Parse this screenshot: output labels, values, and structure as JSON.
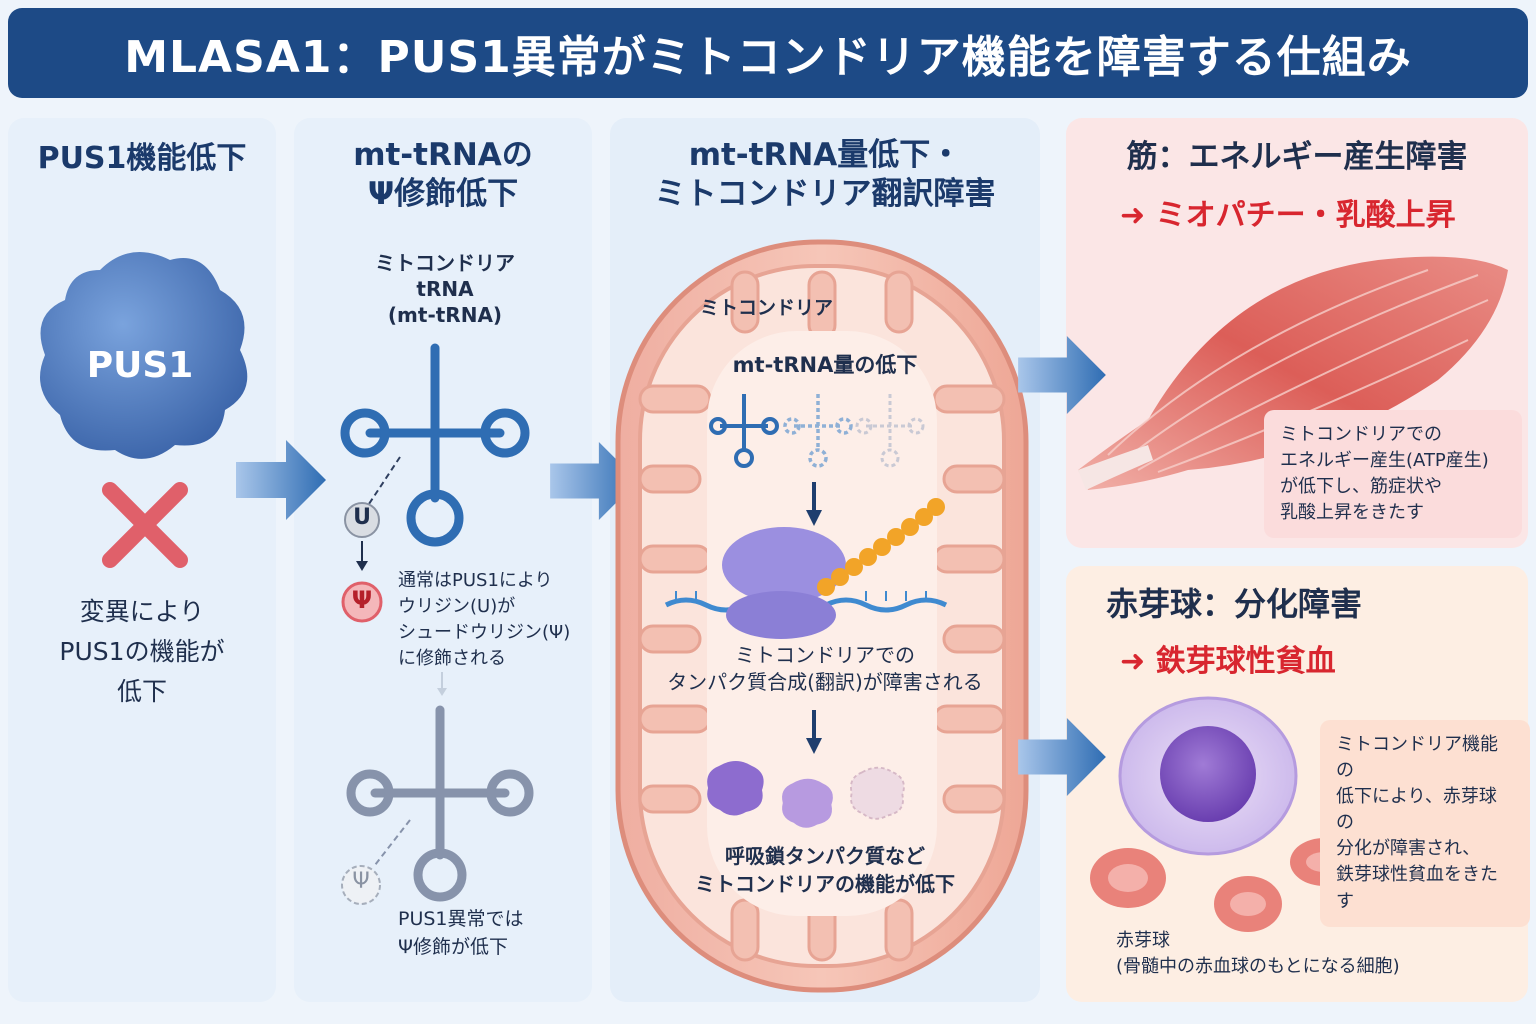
{
  "title": "MLASA1：PUS1異常がミトコンドリア機能を障害する仕組み",
  "panel1": {
    "heading": "PUS1機能低下",
    "protein_label": "PUS1",
    "desc": [
      "変異により",
      "PUS1の機能が",
      "低下"
    ]
  },
  "panel2": {
    "heading": [
      "mt-tRNAの",
      "Ψ修飾低下"
    ],
    "trna_label": [
      "ミトコンドリア",
      "tRNA",
      "(mt-tRNA)"
    ],
    "u_label": "U",
    "psi_label": "Ψ",
    "normal_desc": [
      "通常はPUS1により",
      "ウリジン(U)が",
      "シュードウリジン(Ψ)",
      "に修飾される"
    ],
    "abnormal_desc": [
      "PUS1異常では",
      "Ψ修飾が低下"
    ]
  },
  "panel3": {
    "heading": [
      "mt-tRNA量低下・",
      "ミトコンドリア翻訳障害"
    ],
    "mito_label": "ミトコンドリア",
    "trna_decrease": "mt-tRNA量の低下",
    "translation_desc": [
      "ミトコンドリアでの",
      "タンパク質合成(翻訳)が障害される"
    ],
    "respiratory_desc": [
      "呼吸鎖タンパク質など",
      "ミトコンドリアの機能が低下"
    ]
  },
  "panel4": {
    "heading": "筋：エネルギー産生障害",
    "result": "➜ ミオパチー・乳酸上昇",
    "desc": [
      "ミトコンドリアでの",
      "エネルギー産生(ATP産生)",
      "が低下し、筋症状や",
      "乳酸上昇をきたす"
    ]
  },
  "panel5": {
    "heading": "赤芽球：分化障害",
    "result": "➜ 鉄芽球性貧血",
    "desc": [
      "ミトコンドリア機能の",
      "低下により、赤芽球の",
      "分化が障害され、",
      "鉄芽球性貧血をきたす"
    ],
    "cell_label": [
      "赤芽球",
      "(骨髄中の赤血球のもとになる細胞)"
    ]
  },
  "colors": {
    "title_bg": "#1d4a86",
    "arrow": "#2f6db3",
    "cross": "#e0606a",
    "accent_red": "#d8262f"
  }
}
